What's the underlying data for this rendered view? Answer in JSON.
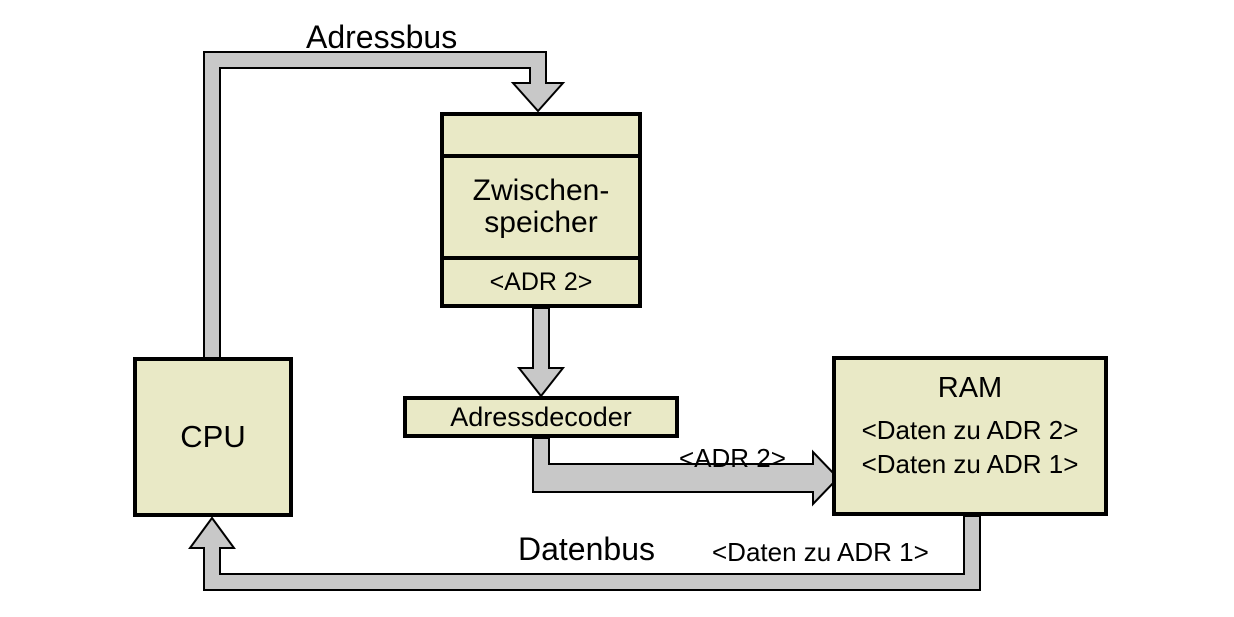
{
  "diagram": {
    "title": "Adressbus / Datenbus Speicherzugriff",
    "background_color": "#ffffff",
    "box_fill_color": "#e9e9c6",
    "box_border_color": "#000000",
    "bus_fill_color": "#c8c8c8",
    "bus_border_color": "#000000"
  },
  "nodes": {
    "cpu": {
      "label": "CPU"
    },
    "zwischenspeicher": {
      "empty_cell": "",
      "name_line1": "Zwischen-",
      "name_line2": "speicher",
      "value": "<ADR 2>"
    },
    "adressdecoder": {
      "label": "Adressdecoder"
    },
    "ram": {
      "title": "RAM",
      "rows": [
        "<Daten zu ADR 2>",
        "<Daten zu ADR 1>"
      ]
    }
  },
  "buses": {
    "adressbus": {
      "label": "Adressbus"
    },
    "datenbus": {
      "label": "Datenbus",
      "value": "<Daten zu ADR 1>"
    },
    "decoder_to_ram": {
      "label": "<ADR 2>"
    }
  }
}
